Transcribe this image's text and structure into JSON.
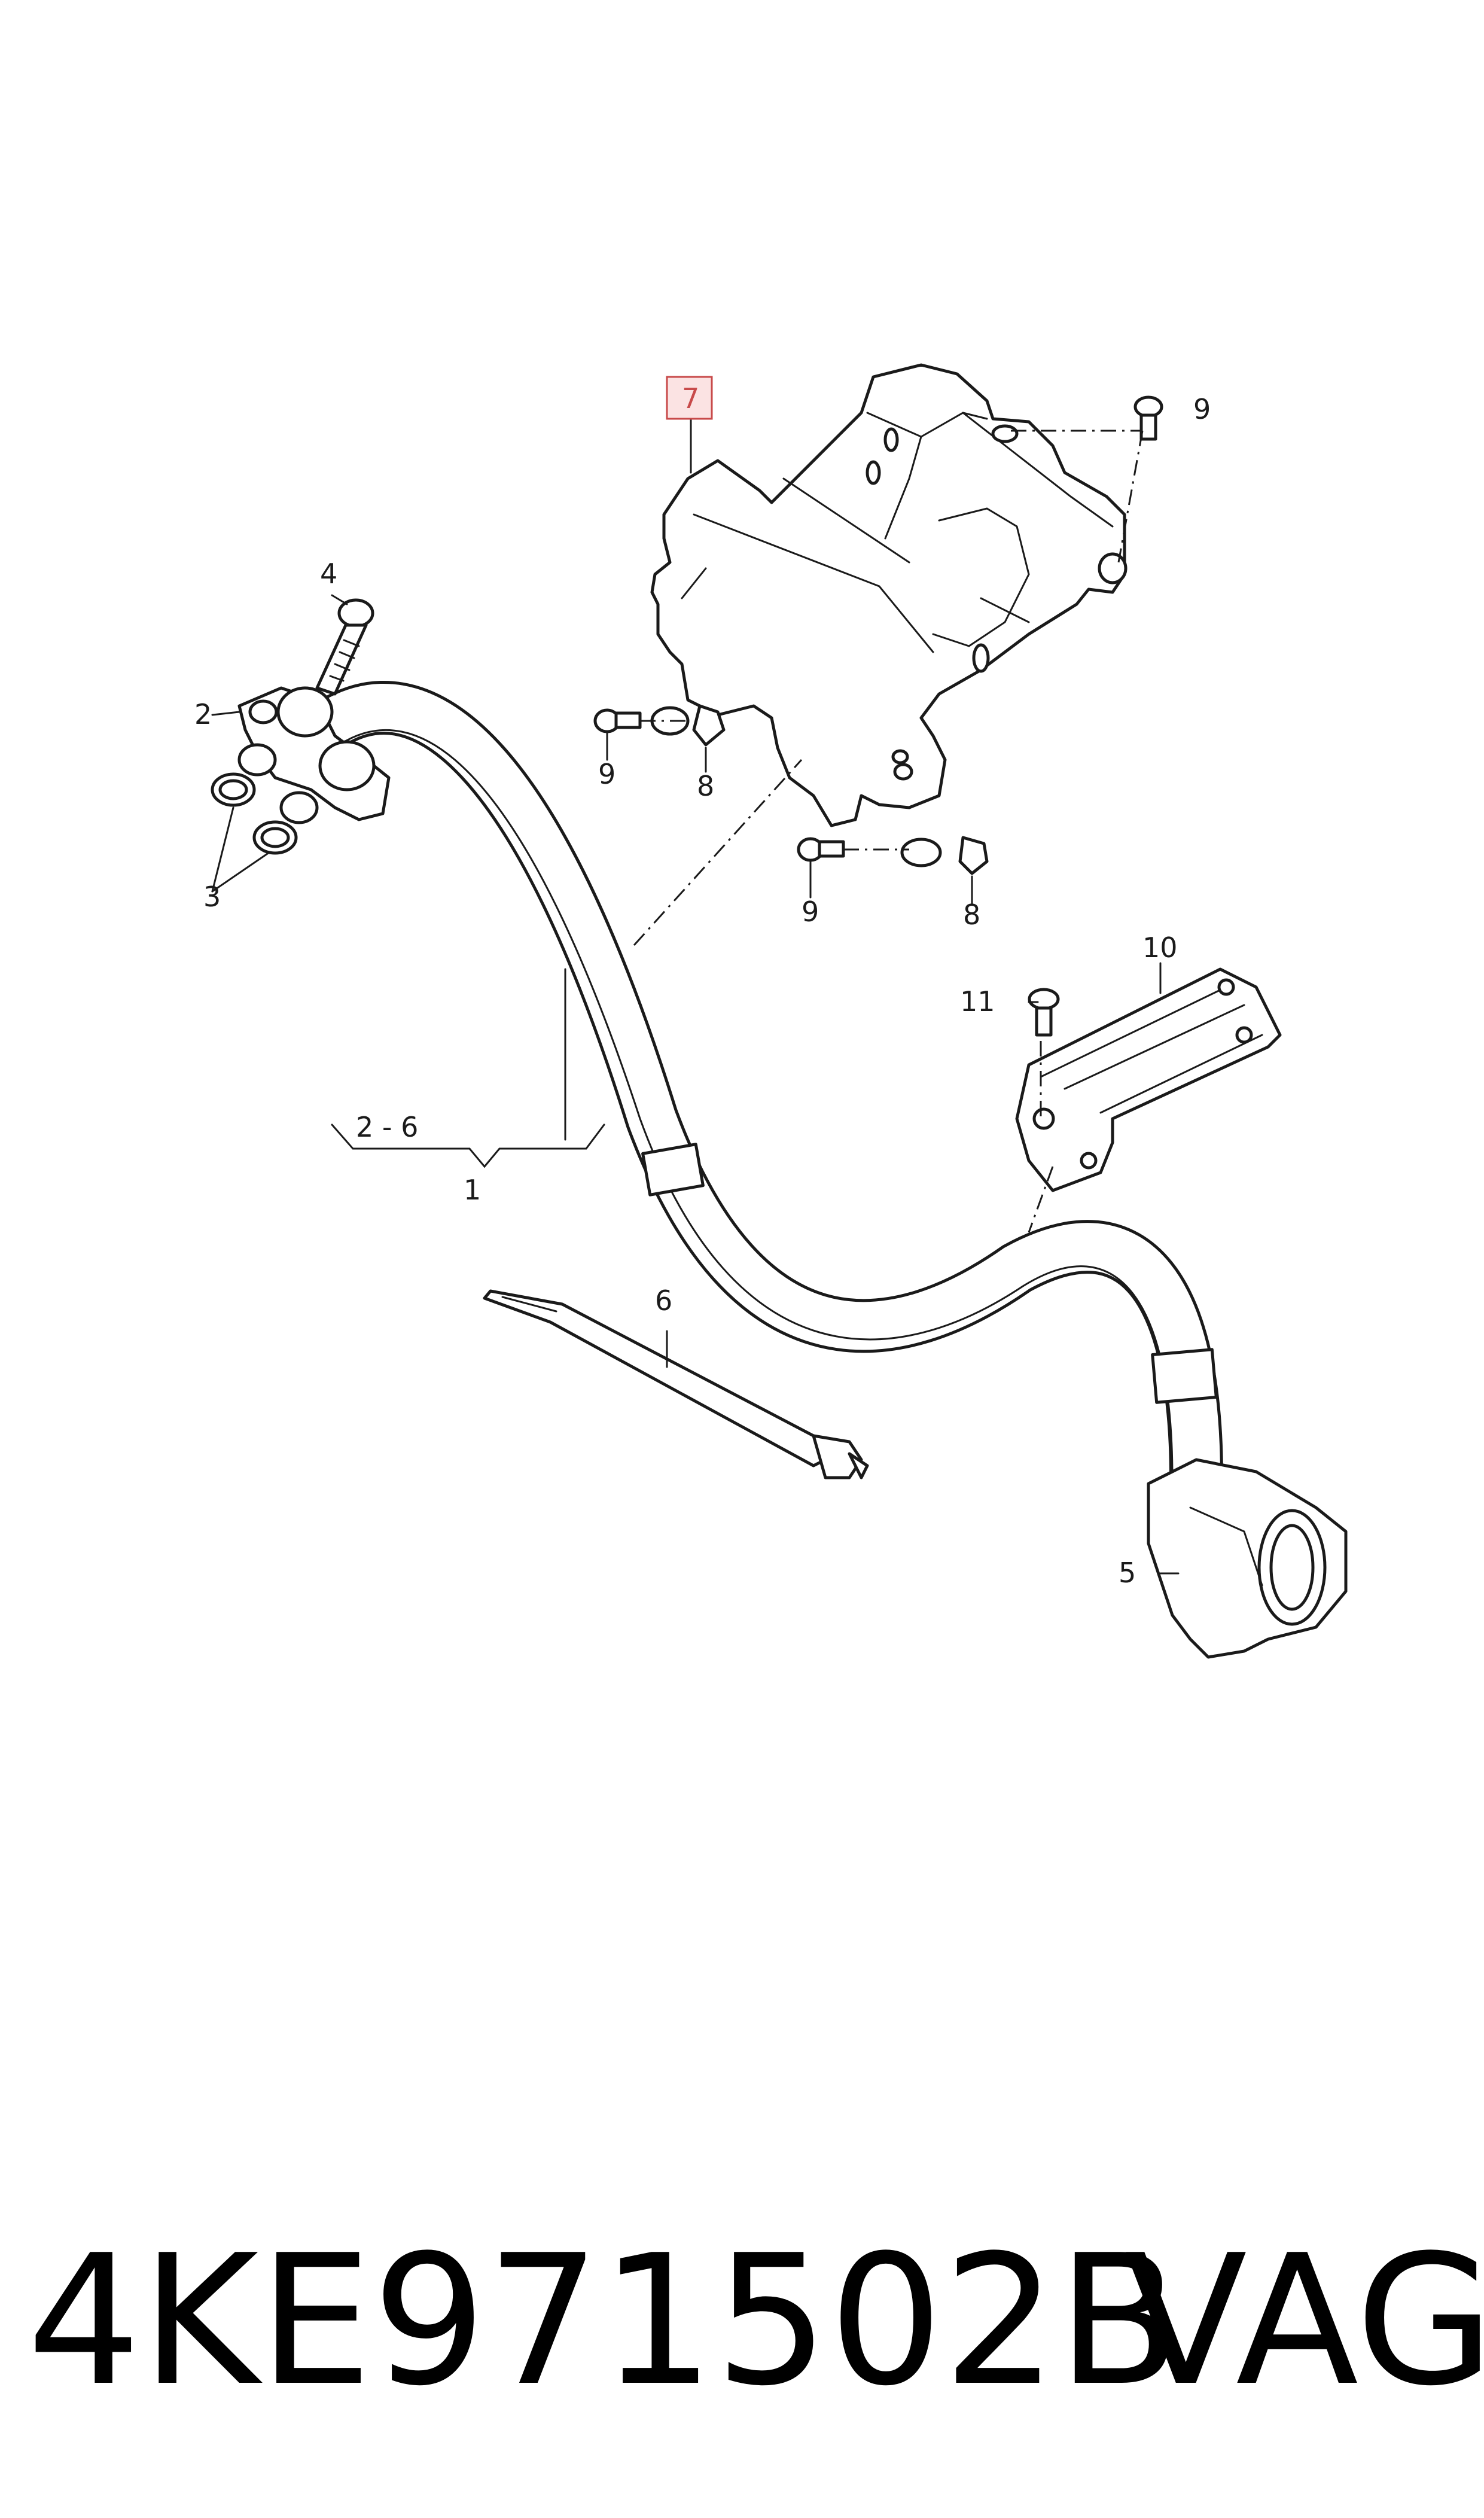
{
  "callouts": {
    "c1": "1",
    "c2": "2",
    "c2_6": "2 - 6",
    "c3": "3",
    "c4": "4",
    "c5": "5",
    "c6": "6",
    "c7": "7",
    "c8a": "8",
    "c8b": "8",
    "c9a": "9",
    "c9b": "9",
    "c9c": "9",
    "c10": "10",
    "c11": "11"
  },
  "footer": {
    "part_number": "4KE971502B",
    "brand": "VAG"
  },
  "colors": {
    "highlight": "#c84a4a",
    "highlight_fill": "#fbe3e3",
    "line": "#1a1a1a"
  }
}
